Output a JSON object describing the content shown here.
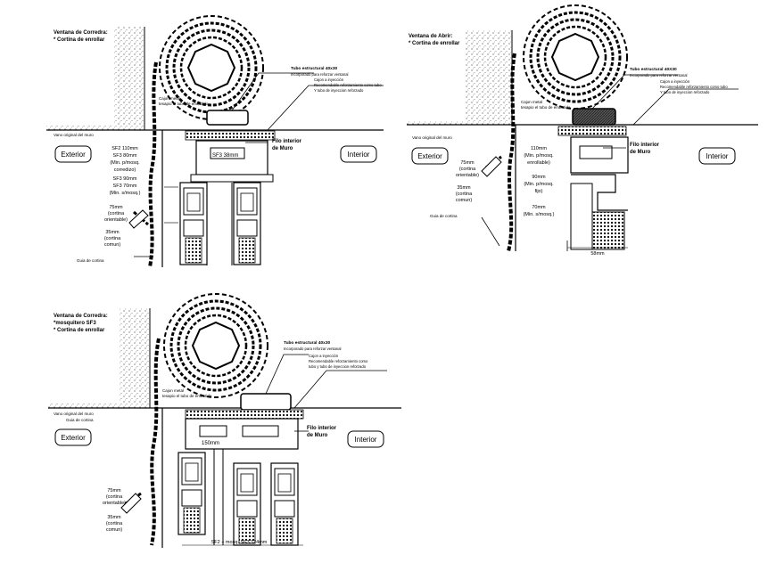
{
  "panels": [
    {
      "title1": "Ventana de Corredra:",
      "title2": "* Cortina de enrollar",
      "note_wall": "Vano original del muro",
      "note_guide": "Guia de cortina",
      "note_cajon1": "Cajon metal",
      "note_cajon2": "tesapio el tubo de embutido",
      "note_tube": "Tubo estructural 40x30",
      "note_tube2": "Incorporado para reforzar ventanal",
      "note_tube3": "Cajon a inyección",
      "note_tube4": "Recomendable reforzamiento como tubo",
      "note_tube5": "Y tubo de inyeccion reforzado",
      "exterior": "Exterior",
      "interior": "Interior",
      "filo": [
        "Filo interior",
        "de Muro"
      ],
      "sf3": "SF3 38mm",
      "dims": [
        "SF2 110mm",
        "SF3 80mm",
        "(Min. p/mosq.",
        "corredizo)",
        "SF3 90mm",
        "SF3 70mm",
        "(Min. s/mosq.)"
      ],
      "curtain75": [
        "75mm",
        "(cortina",
        "orientable)"
      ],
      "curtain35": [
        "35mm",
        "(cortina",
        "comun)"
      ]
    },
    {
      "title1": "Ventana de Abrir:",
      "title2": "* Cortina de enrollar",
      "note_wall": "Vano original del muro",
      "note_guide": "Guia de cortina",
      "note_cajon1": "Cajon metal",
      "note_cajon2": "tesapio el tubo de embutido",
      "note_tube": "Tubo estructural 40X30",
      "note_tube2": "Incorporado para reforzar ventanal",
      "note_tube3": "Cajon a inyección",
      "note_tube4": "Recomendable reforzamiento como tubo",
      "note_tube5": "Y tubo de inyeccion reforzado",
      "exterior": "Exterior",
      "interior": "Interior",
      "filo": [
        "Filo interior",
        "de Muro"
      ],
      "dims": [
        "110mm",
        "(Min. p/mosq.",
        "enrollable)",
        "90mm",
        "(Min. p/mosq.",
        "fijo)",
        "70mm",
        "(Min. s/mosq.)"
      ],
      "curtain75": [
        "75mm",
        "(cortina",
        "orientable)"
      ],
      "curtain35": [
        "35mm",
        "(cortina",
        "comun)"
      ],
      "bottom": "58mm"
    },
    {
      "title1": "Ventana de Corredra:",
      "title2": "*mosquitero SF3",
      "title3": "* Cortina de enrollar",
      "note_wall": "Vano original del muro",
      "note_guide": "Guia de cortina",
      "note_cajon1": "Cajon metal",
      "note_cajon2": "tesapio el tubo de embutido",
      "note_tube": "Tubo estructural 40x30",
      "note_tube2": "Incorporado para reforzar ventanal",
      "note_tube3": "Cajon a inyección",
      "note_tube4": "Recomendable reforzamiento como",
      "note_tube5": "tubo y tubo de inyeccion reforzado",
      "exterior": "Exterior",
      "interior": "Interior",
      "filo": [
        "Filo interior",
        "de Muro"
      ],
      "d150": "150mm",
      "bottom": "SF2 + mosq. SF3 124mm",
      "curtain75": [
        "75mm",
        "(cortina",
        "orientable)"
      ],
      "curtain35": [
        "35mm",
        "(cortina",
        "comun)"
      ]
    }
  ]
}
